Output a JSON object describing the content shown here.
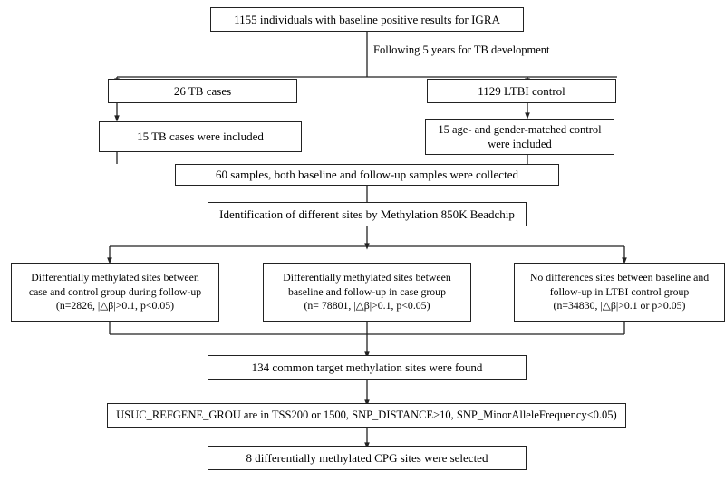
{
  "figure": {
    "type": "flowchart",
    "orientation": "top-down",
    "background_color": "#ffffff",
    "line_color": "#222222",
    "text_color": "#000000"
  },
  "nodes": {
    "cohort": "1155 individuals with baseline positive results for IGRA",
    "tb_cases": "26 TB cases",
    "ltbi_control": "1129 LTBI control",
    "tb_included": "15 TB cases were included",
    "matched_control": "15 age- and gender-matched control\nwere included",
    "samples": "60 samples, both baseline and follow-up samples were collected",
    "identification": "Identification of different sites by Methylation 850K Beadchip",
    "dms_case_control": "Differentially methylated sites between\ncase and control group during follow-up\n(n=2826, |△β|>0.1, p<0.05)",
    "dms_baseline_followup": "Differentially methylated sites between\nbaseline and follow-up in case group\n(n= 78801, |△β|>0.1, p<0.05)",
    "no_diff_ltbi": "No differences sites between baseline and\nfollow-up in LTBI control group\n(n=34830, |△β|>0.1 or p>0.05)",
    "common_targets": "134 common target methylation sites were found",
    "filter_criteria": "USUC_REFGENE_GROU are in TSS200 or 1500, SNP_DISTANCE>10, SNP_MinorAlleleFrequency<0.05)",
    "final_sites": "8 differentially methylated CPG sites were selected"
  },
  "edge_labels": {
    "followup": "Following 5 years for TB development"
  }
}
